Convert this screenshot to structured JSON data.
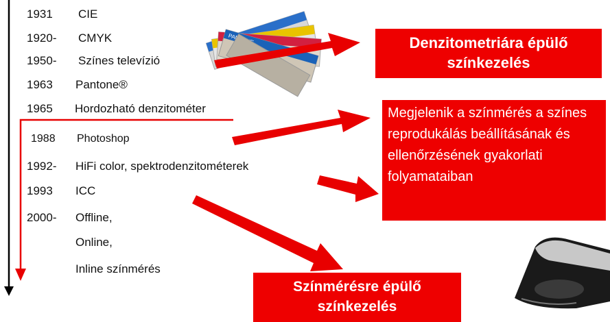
{
  "timeline": [
    {
      "year": "1931",
      "text": "CIE"
    },
    {
      "year": "1920-",
      "text": "CMYK"
    },
    {
      "year": "1950-",
      "text": "Színes televízió"
    },
    {
      "year": "1963",
      "text": "Pantone®"
    },
    {
      "year": "1965",
      "text": "Hordozható denzitométer"
    },
    {
      "year": "1988",
      "text": "Photoshop"
    },
    {
      "year": "1992-",
      "text": "HiFi color, spektrodenzitométerek"
    },
    {
      "year": "1993",
      "text": "ICC"
    },
    {
      "year": "2000-",
      "text": "Offline,"
    },
    {
      "year": "",
      "text": "Online,"
    },
    {
      "year": "",
      "text": "Inline színmérés"
    }
  ],
  "boxes": {
    "densitometry": "Denzitometriára épülő színkezelés",
    "colorimetry_intro": "Megjelenik a színmérés a színes reprodukálás beállításának és ellenőrzésének gyakorlati folyamataiban",
    "colorimetry": "Színmérésre épülő színkezelés"
  },
  "decor": {
    "swatch_brand": "PANTONE",
    "swatch_icon": "pantone-swatch-fan-image",
    "device_icon": "spectrophotometer-device-image"
  },
  "colors": {
    "accent_red": "#ee0000",
    "text": "#111111"
  }
}
